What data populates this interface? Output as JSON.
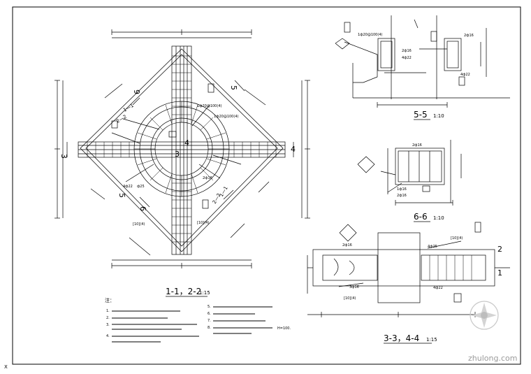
{
  "drawing": {
    "section_labels": [
      {
        "id": "s11",
        "text": "1-1，2-2",
        "scale": "1:15"
      },
      {
        "id": "s55",
        "text": "5-5",
        "scale": "1:10"
      },
      {
        "id": "s66",
        "text": "6-6",
        "scale": "1:10"
      },
      {
        "id": "s33",
        "text": "3-3，4-4",
        "scale": "1:15"
      }
    ],
    "cut_numbers": {
      "n1": "1",
      "n2": "2",
      "n3": "3",
      "n4": "4",
      "n5": "5",
      "n6": "6"
    },
    "notes_title": "注：",
    "notes_left": [
      "1.",
      "2.",
      "3.",
      "4."
    ],
    "notes_right": [
      "5.",
      "6.",
      "7.",
      "8."
    ],
    "note_tail": "H=100.",
    "rebar_labels": {
      "a": "1ф20@100(4)",
      "b": "2ф16",
      "c": "4ф22",
      "d": "3ф16",
      "e": "2ф16",
      "f": "ф25",
      "g": "4ф22",
      "h": "2ф16",
      "i": "[10](4)",
      "j": "1ф16",
      "k": "1ф20@100(4)",
      "l": "2ф16",
      "m": "4ф22",
      "n": "2ф16",
      "o": "4ф25"
    }
  },
  "watermark": {
    "text": "zhulong.com"
  },
  "corner_mark": "X"
}
